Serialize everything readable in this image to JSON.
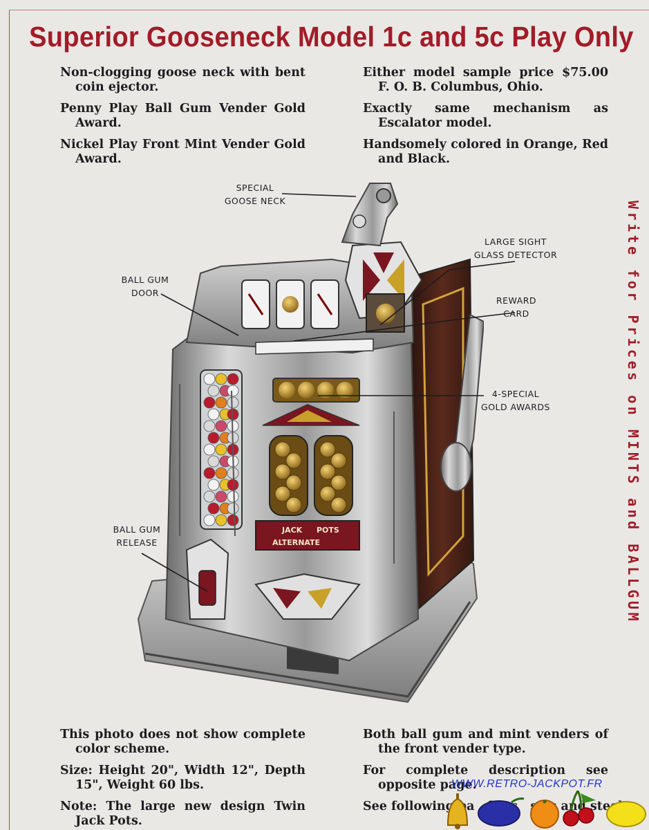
{
  "title": "Superior Gooseneck Model 1c and 5c Play Only",
  "top_left": [
    "Non-clogging goose neck with bent coin ejector.",
    "Penny Play Ball Gum Vender Gold Award.",
    "Nickel Play Front Mint Vender Gold Award."
  ],
  "top_right": [
    "Either model sample price $75.00 F. O. B. Columbus, Ohio.",
    "Exactly same mechanism as Escalator model.",
    "Handsomely colored in Orange, Red and Black."
  ],
  "callouts": {
    "goose_neck": [
      "SPECIAL",
      "GOOSE NECK"
    ],
    "sight_glass": [
      "LARGE SIGHT",
      "GLASS DETECTOR"
    ],
    "ball_gum_door": [
      "BALL GUM",
      "DOOR"
    ],
    "reward_card": [
      "REWARD",
      "CARD"
    ],
    "gold_awards": [
      "4-SPECIAL",
      "GOLD AWARDS"
    ],
    "ball_gum_release": [
      "BALL GUM",
      "RELEASE"
    ]
  },
  "panel_text": [
    "JACK",
    "POTS",
    "ALTERNATE"
  ],
  "side_text": "Write for Prices on MINTS and BALLGUM",
  "bottom_left": [
    "This photo does not show complete color scheme.",
    "Size: Height 20\", Width 12\", Depth 15\", Weight 60 lbs.",
    "Note: The large new design Twin Jack Pots."
  ],
  "bottom_right": [
    "Both ball gum and mint venders of the front vender type.",
    "For complete description see opposite page.",
    "See following pa   for s   s   s and steel    "
  ],
  "watermark": "WWW.RETRO-JACKPOT.FR",
  "colors": {
    "accent_red": "#a11c28",
    "text": "#1e1c1e",
    "background": "#e9e8e5",
    "url_blue": "#2233cc"
  },
  "icons": [
    "bell-icon",
    "plum-icon",
    "orange-icon",
    "cherries-icon",
    "lemon-icon"
  ]
}
